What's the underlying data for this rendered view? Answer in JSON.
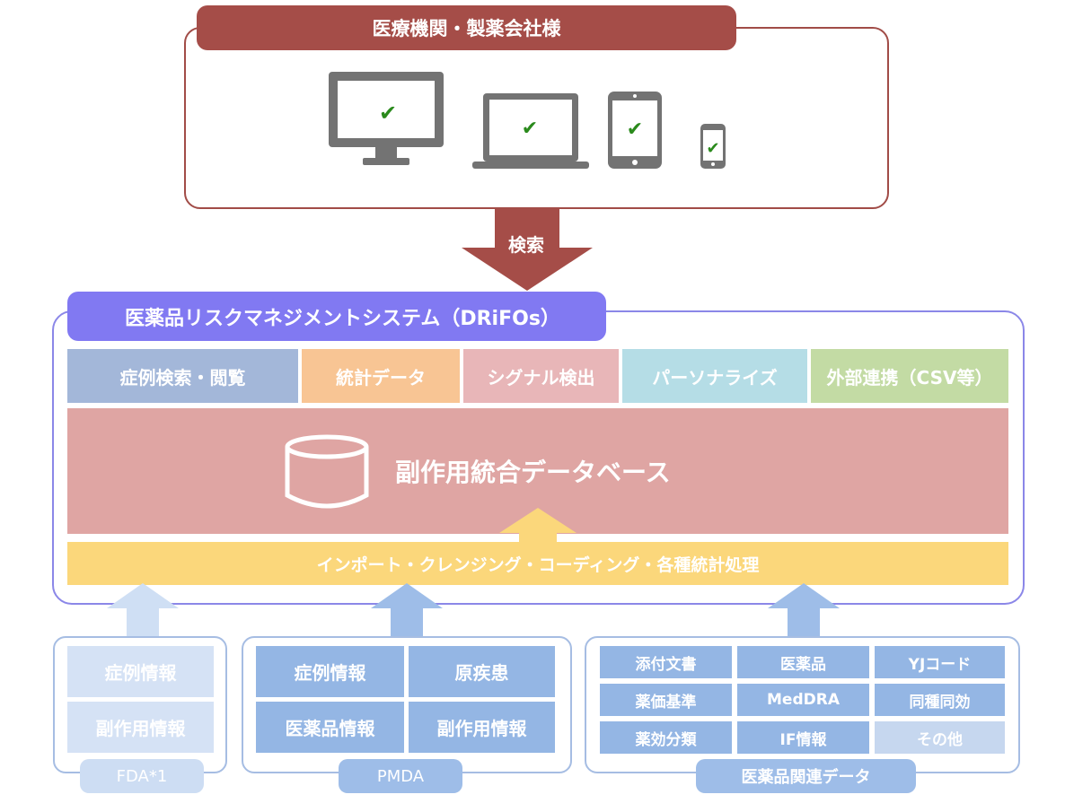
{
  "top": {
    "title": "医療機関・製薬会社様",
    "devices": [
      "desktop-monitor-icon",
      "laptop-icon",
      "tablet-icon",
      "smartphone-icon"
    ],
    "checkmark_color": "#2a8a1c"
  },
  "search_label": "検索",
  "system": {
    "title": "医薬品リスクマネジメントシステム（DRiFOs）",
    "features": [
      "症例検索・閲覧",
      "統計データ",
      "シグナル検出",
      "パーソナライズ",
      "外部連携（CSV等）"
    ],
    "database_label": "副作用統合データベース",
    "import_label": "インポート・クレンジング・コーディング・各種統計処理"
  },
  "sources": {
    "fda": {
      "tag": "FDA*1",
      "items": [
        "症例情報",
        "副作用情報"
      ]
    },
    "pmda": {
      "tag": "PMDA",
      "items": [
        "症例情報",
        "原疾患",
        "医薬品情報",
        "副作用情報"
      ]
    },
    "drug": {
      "tag": "医薬品関連データ",
      "items": [
        "添付文書",
        "医薬品",
        "YJコード",
        "薬価基準",
        "MedDRA",
        "同種同効",
        "薬効分類",
        "IF情報",
        "その他"
      ]
    }
  },
  "colors": {
    "top_accent": "#a54d48",
    "system_accent": "#8179f2",
    "database": "#dfa5a3",
    "import": "#fbd77b",
    "source_blue": "#94b6e4",
    "source_light": "#d5e2f5"
  }
}
